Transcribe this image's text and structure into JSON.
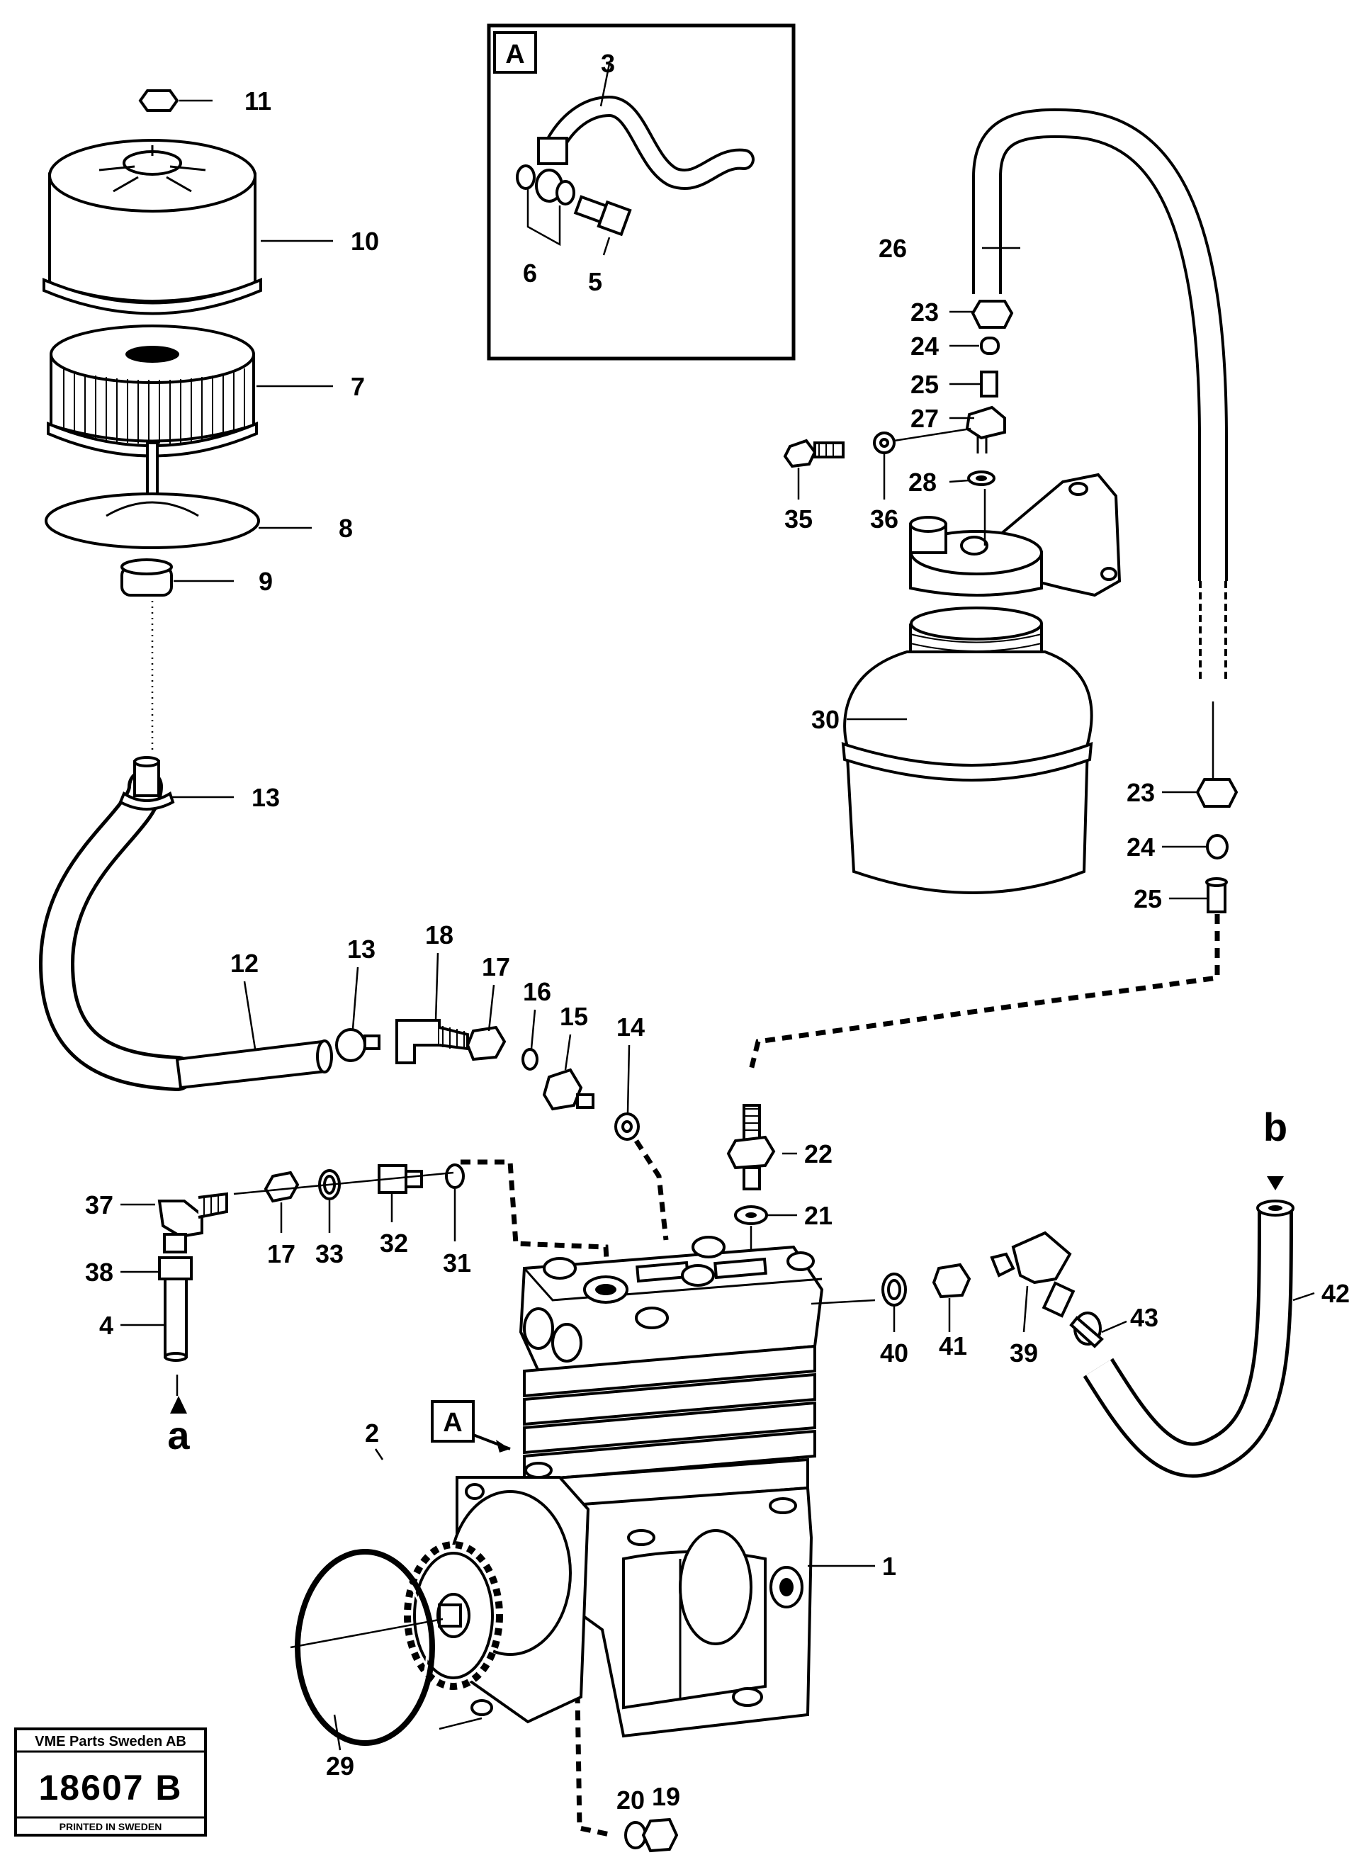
{
  "title_block": {
    "company": "VME Parts Sweden AB",
    "drawing_number": "18607 B",
    "printed": "PRINTED IN SWEDEN"
  },
  "detail": {
    "box_label": "A",
    "callout_label": "A"
  },
  "flow_markers": {
    "a": "a",
    "b": "b"
  },
  "labels": {
    "l1": "1",
    "l2": "2",
    "l3": "3",
    "l4": "4",
    "l5": "5",
    "l6": "6",
    "l7": "7",
    "l8": "8",
    "l9": "9",
    "l10": "10",
    "l11": "11",
    "l12": "12",
    "l13a": "13",
    "l13b": "13",
    "l14": "14",
    "l15": "15",
    "l16": "16",
    "l17a": "17",
    "l17b": "17",
    "l18": "18",
    "l19": "19",
    "l20": "20",
    "l21": "21",
    "l22": "22",
    "l23a": "23",
    "l23b": "23",
    "l24a": "24",
    "l24b": "24",
    "l25a": "25",
    "l25b": "25",
    "l26": "26",
    "l27": "27",
    "l28": "28",
    "l29": "29",
    "l30": "30",
    "l31": "31",
    "l32": "32",
    "l33": "33",
    "l35": "35",
    "l36": "36",
    "l37": "37",
    "l38": "38",
    "l39": "39",
    "l40": "40",
    "l41": "41",
    "l42": "42",
    "l43": "43"
  }
}
